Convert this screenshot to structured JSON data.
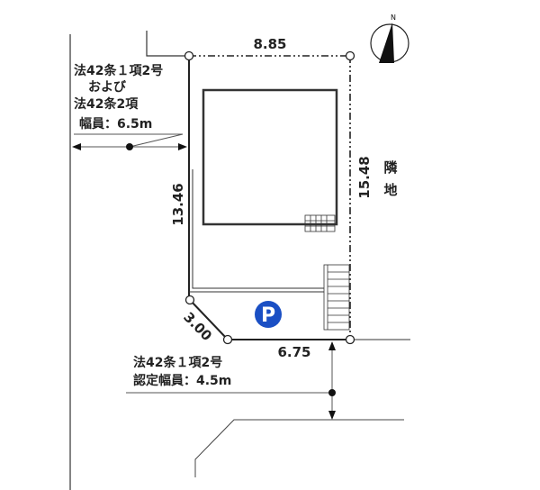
{
  "dimensions": {
    "top": "8.85",
    "right": "15.48",
    "left": "13.46",
    "corner": "3.00",
    "bottom": "6.75"
  },
  "west_road": {
    "line1": "法42条１項2号",
    "line2": "および",
    "line3": "法42条2項",
    "line4": "幅員：6.5m"
  },
  "south_road": {
    "line1": "法42条１項2号",
    "line2": "認定幅員：4.5m"
  },
  "neighbor_label": [
    "隣",
    "地"
  ],
  "compass_label": "N",
  "parking_label": "P",
  "colors": {
    "parking": "#1a4fc4",
    "line": "#222222"
  }
}
